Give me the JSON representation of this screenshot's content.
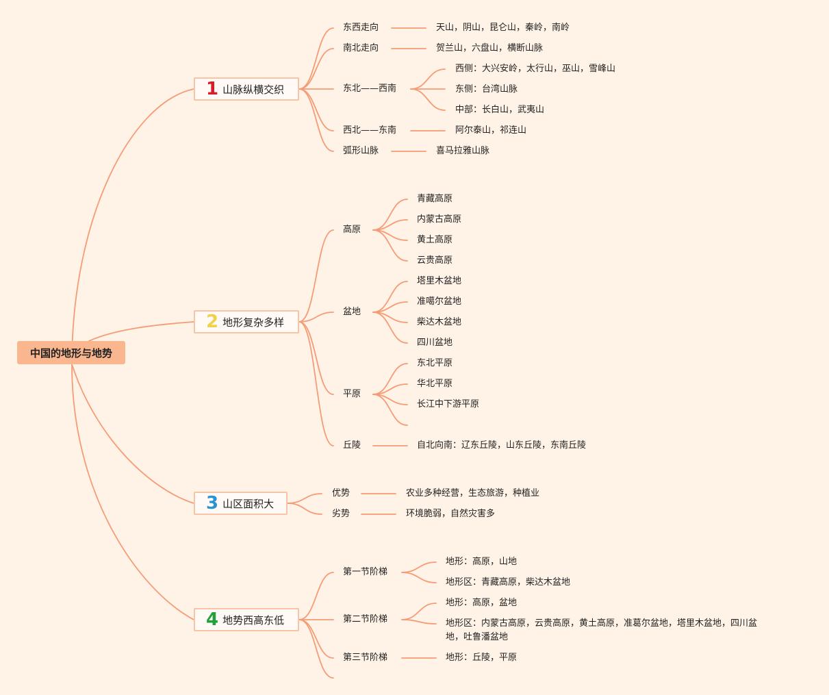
{
  "root": {
    "label": "中国的地形与地势"
  },
  "branches": [
    {
      "num": "1",
      "num_color": "#d91c2a",
      "label": "山脉纵横交织",
      "items": [
        {
          "label": "东西走向",
          "children": [
            "天山，阴山，昆仑山，秦岭，南岭"
          ]
        },
        {
          "label": "南北走向",
          "children": [
            "贺兰山，六盘山，横断山脉"
          ]
        },
        {
          "label": "东北——西南",
          "children": [
            "西侧：大兴安岭，太行山，巫山，雪峰山",
            "东侧：台湾山脉",
            "中部：长白山，武夷山"
          ]
        },
        {
          "label": "西北——东南",
          "children": [
            "阿尔泰山，祁连山"
          ]
        },
        {
          "label": "弧形山脉",
          "children": [
            "喜马拉雅山脉"
          ]
        }
      ]
    },
    {
      "num": "2",
      "num_color": "#f3d04a",
      "label": "地形复杂多样",
      "items": [
        {
          "label": "高原",
          "children": [
            "青藏高原",
            "内蒙古高原",
            "黄土高原",
            "云贵高原"
          ]
        },
        {
          "label": "盆地",
          "children": [
            "塔里木盆地",
            "准噶尔盆地",
            "柴达木盆地",
            "四川盆地"
          ]
        },
        {
          "label": "平原",
          "children": [
            "东北平原",
            "华北平原",
            "长江中下游平原"
          ]
        },
        {
          "label": "丘陵",
          "children": [
            "自北向南：辽东丘陵，山东丘陵，东南丘陵"
          ]
        }
      ]
    },
    {
      "num": "3",
      "num_color": "#2a93d4",
      "label": "山区面积大",
      "items": [
        {
          "label": "优势",
          "children": [
            "农业多种经营，生态旅游，种植业"
          ]
        },
        {
          "label": "劣势",
          "children": [
            "环境脆弱，自然灾害多"
          ]
        }
      ]
    },
    {
      "num": "4",
      "num_color": "#22a03a",
      "label": "地势西高东低",
      "items": [
        {
          "label": "第一节阶梯",
          "children": [
            "地形：高原，山地",
            "地形区：青藏高原，柴达木盆地"
          ]
        },
        {
          "label": "第二节阶梯",
          "children": [
            "地形：高原，盆地",
            "地形区：内蒙古高原，云贵高原，黄土高原，准葛尔盆地，塔里木盆地，四川盆",
            "地，吐鲁潘盆地"
          ]
        },
        {
          "label": "第三节阶梯",
          "children": [
            "地形：丘陵，平原"
          ]
        }
      ]
    }
  ],
  "colors": {
    "background": "#fff2e6",
    "line": "#f59b75",
    "root_fill": "#fab68e",
    "node_border": "#f8c4a5"
  }
}
